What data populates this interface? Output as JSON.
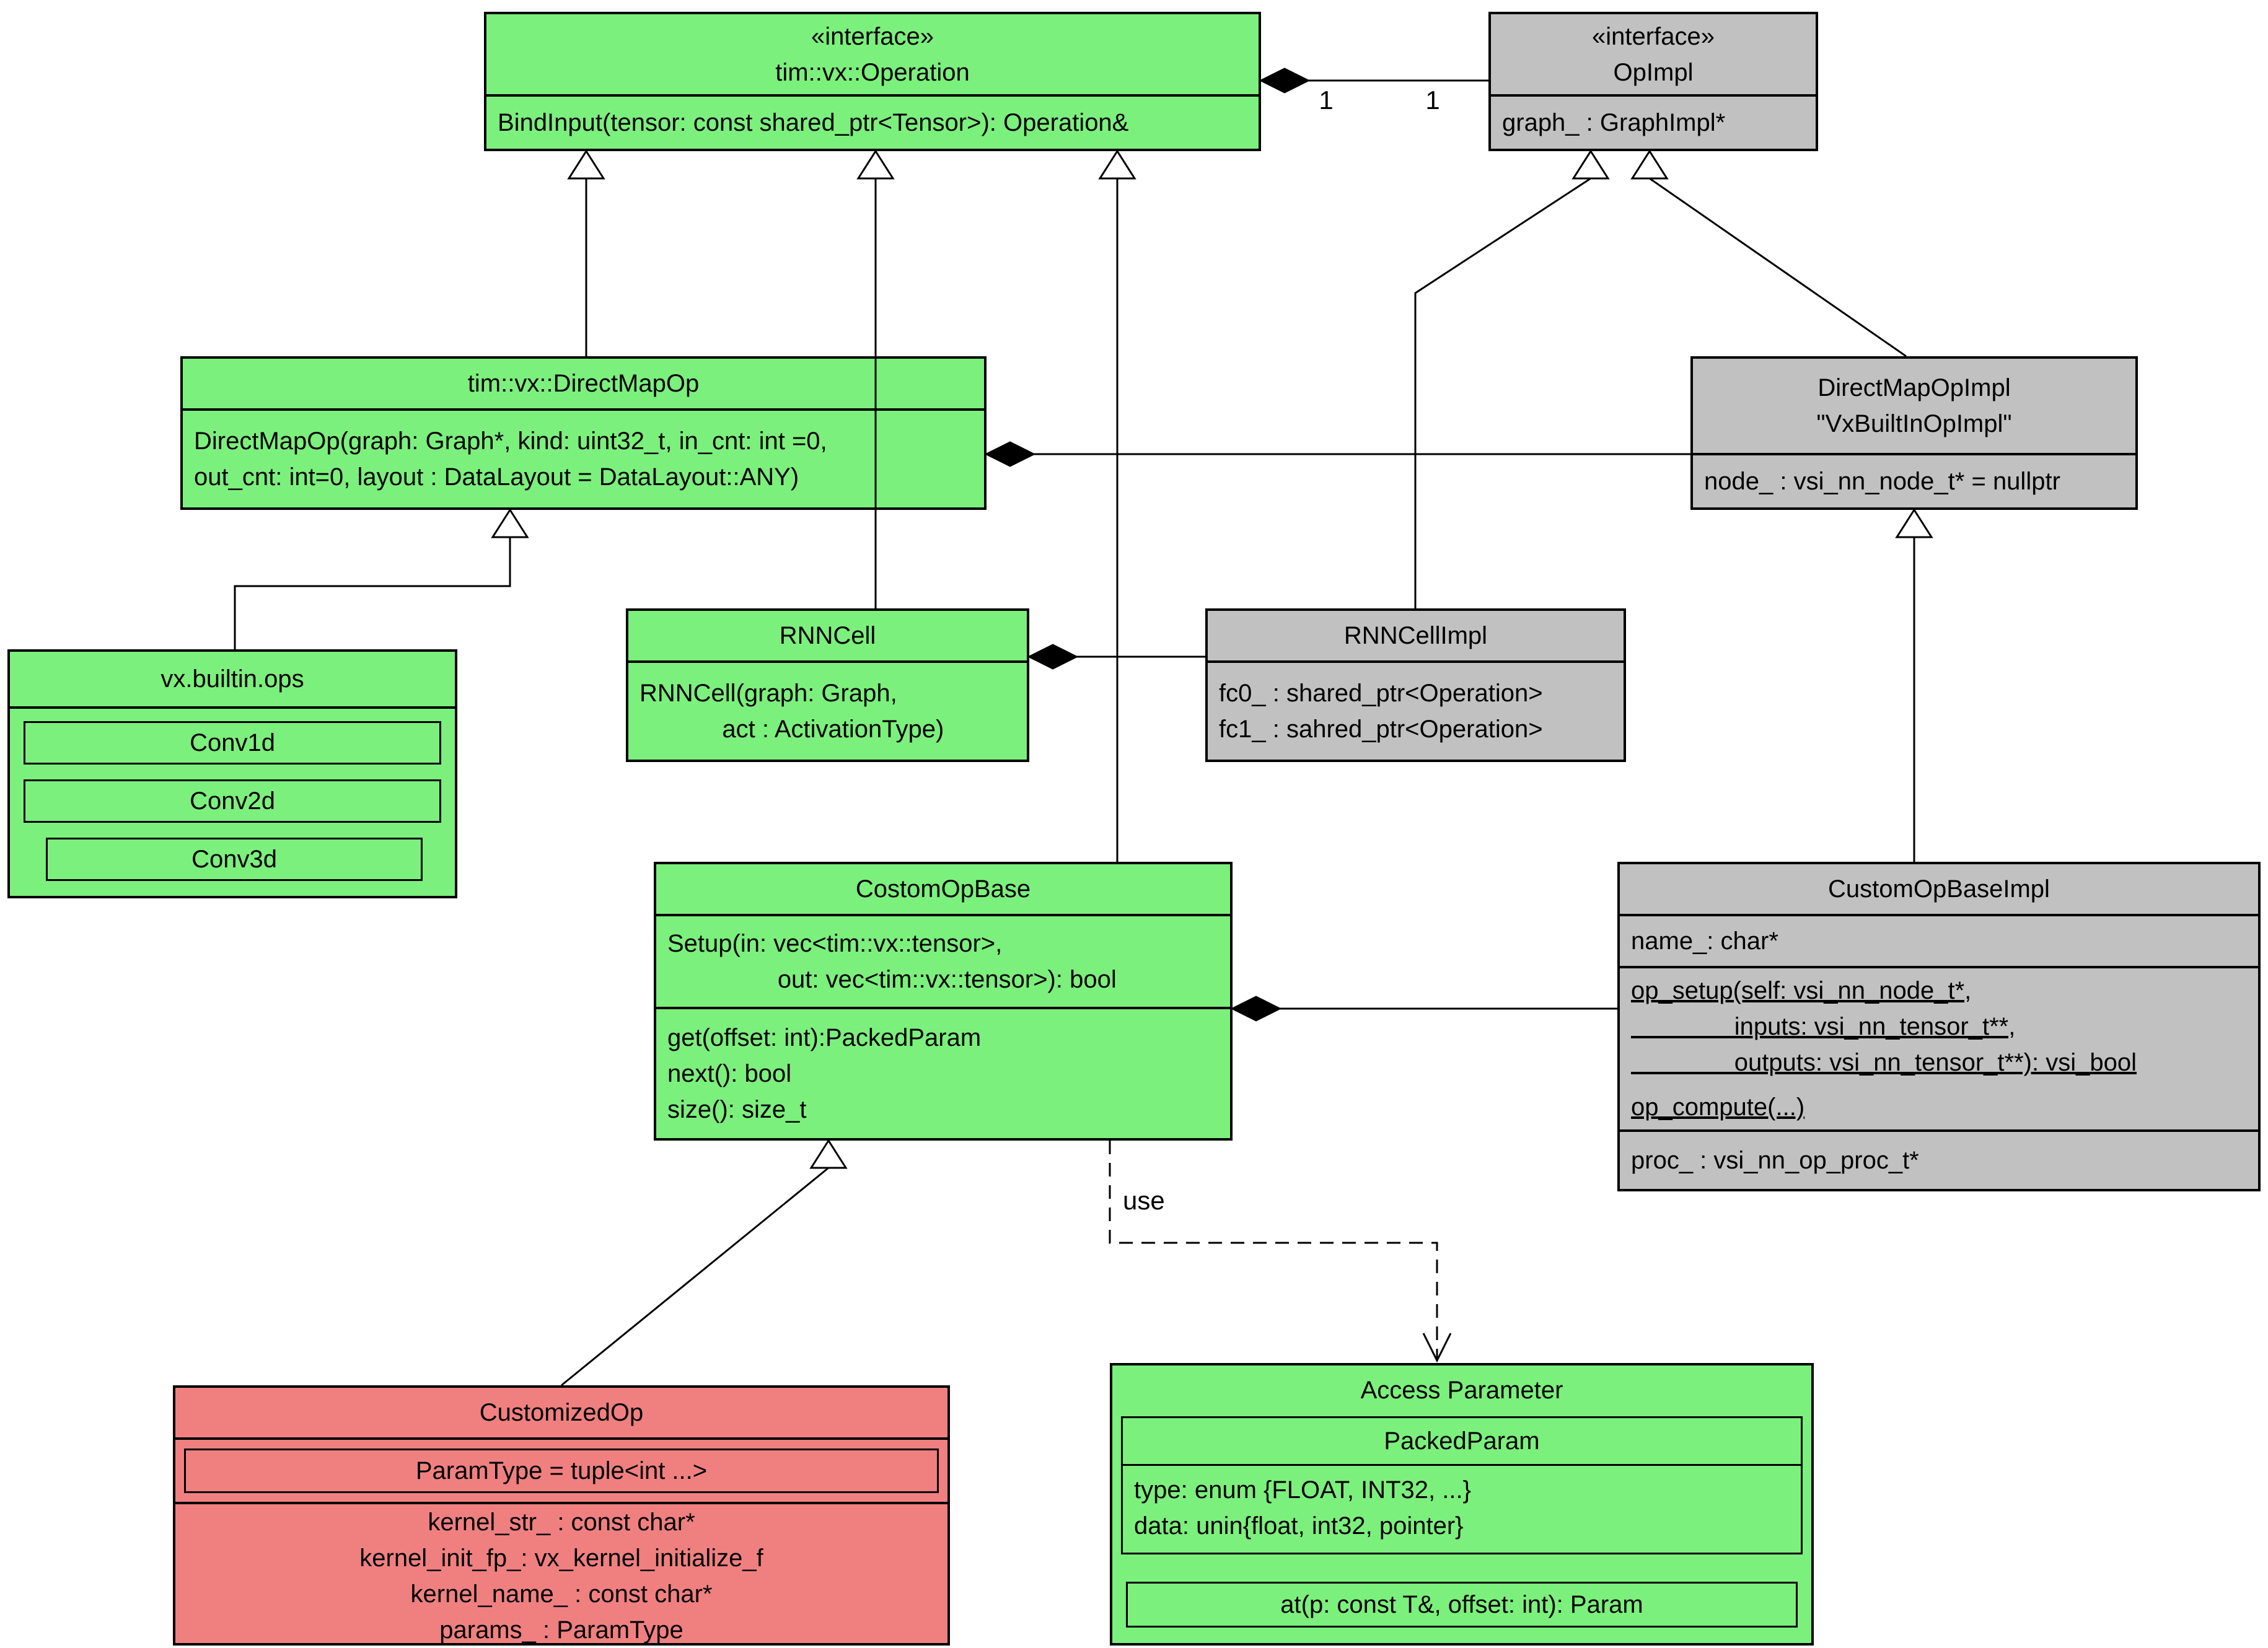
{
  "colors": {
    "green": "#7cf07c",
    "gray": "#c1c1c1",
    "red": "#f08080",
    "line": "#000000"
  },
  "edges": {
    "mult_a": "1",
    "mult_b": "1",
    "use_label": "use"
  },
  "classes": {
    "operation": {
      "stereotype": "«interface»",
      "name": "tim::vx::Operation",
      "method": "BindInput(tensor: const shared_ptr<Tensor>): Operation&"
    },
    "opimpl": {
      "stereotype": "«interface»",
      "name": "OpImpl",
      "attr": "graph_ : GraphImpl*"
    },
    "directmapop": {
      "name": "tim::vx::DirectMapOp",
      "line1": "DirectMapOp(graph: Graph*, kind: uint32_t, in_cnt: int =0,",
      "line2": "out_cnt: int=0, layout : DataLayout = DataLayout::ANY)"
    },
    "directmapopimpl": {
      "name1": "DirectMapOpImpl",
      "name2": "\"VxBuiltInOpImpl\"",
      "attr": "node_ : vsi_nn_node_t* = nullptr"
    },
    "builtinops": {
      "name": "vx.builtin.ops",
      "items": [
        "Conv1d",
        "Conv2d",
        "Conv3d"
      ]
    },
    "rnncell": {
      "name": "RNNCell",
      "line1": "RNNCell(graph: Graph,",
      "line2": "            act : ActivationType)"
    },
    "rnncellimpl": {
      "name": "RNNCellImpl",
      "attr1": "fc0_ : shared_ptr<Operation>",
      "attr2": "fc1_ : sahred_ptr<Operation>"
    },
    "costomopbase": {
      "name": "CostomOpBase",
      "setup1": "Setup(in: vec<tim::vx::tensor>,",
      "setup2": "                out: vec<tim::vx::tensor>): bool",
      "m1": "get(offset: int):PackedParam",
      "m2": "next(): bool",
      "m3": "size(): size_t"
    },
    "customopbaseimpl": {
      "name": "CustomOpBaseImpl",
      "attr_name": "name_: char*",
      "op_setup1": "op_setup(self: vsi_nn_node_t*,",
      "op_setup2": "               inputs: vsi_nn_tensor_t**,",
      "op_setup3": "               outputs: vsi_nn_tensor_t**): vsi_bool",
      "op_compute": "op_compute(...)",
      "proc": "proc_ : vsi_nn_op_proc_t*"
    },
    "customizedop": {
      "name": "CustomizedOp",
      "paramtype": "ParamType = tuple<int ...>",
      "f1": "kernel_str_ : const char*",
      "f2": "kernel_init_fp_: vx_kernel_initialize_f",
      "f3": "kernel_name_ : const char*",
      "f4": "params_ : ParamType"
    },
    "accessparameter": {
      "name": "Access Parameter",
      "packed_name": "PackedParam",
      "p1": "type: enum {FLOAT, INT32, ...}",
      "p2": "data: unin{float, int32, pointer}",
      "at": "at(p: const T&, offset: int): Param"
    }
  }
}
